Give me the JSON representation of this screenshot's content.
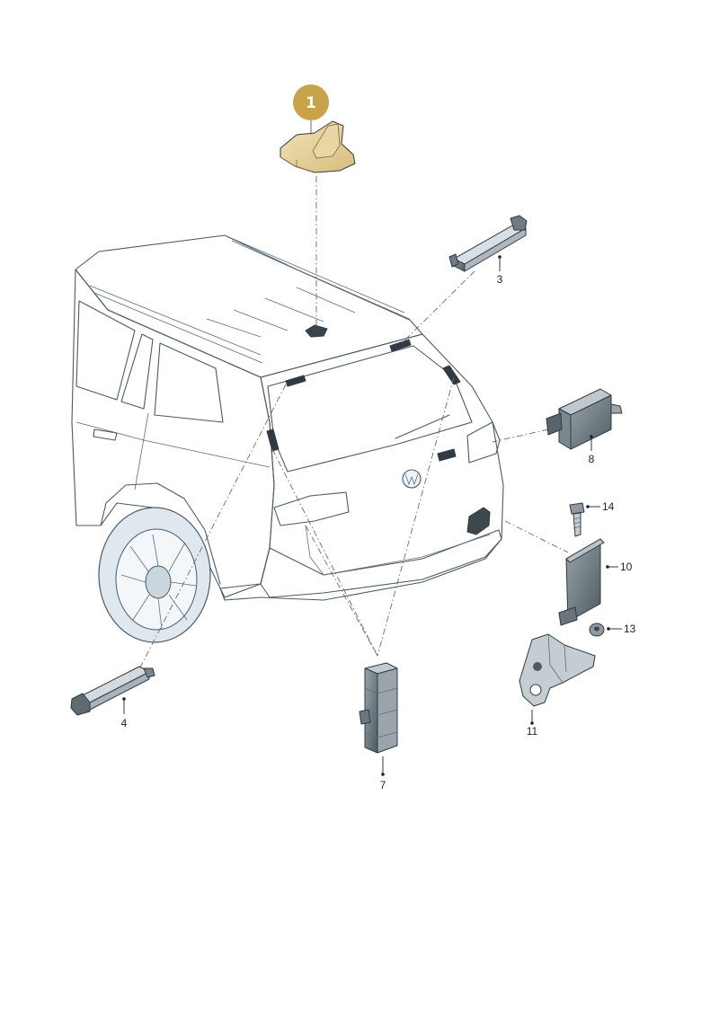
{
  "highlight_color": "#c9a34a",
  "badge": {
    "label": "1"
  },
  "callouts": {
    "c3": "3",
    "c4": "4",
    "c7": "7",
    "c8": "8",
    "c10": "10",
    "c11": "11",
    "c13": "13",
    "c14": "14"
  }
}
